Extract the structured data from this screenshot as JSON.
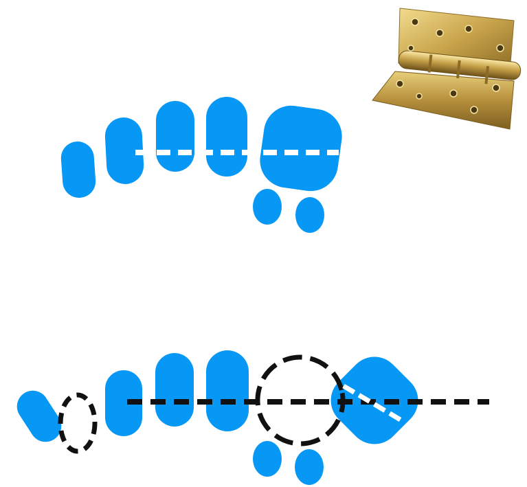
{
  "colors": {
    "background": "#ffffff",
    "shape_fill": "#0797f5",
    "dash_white": "#ffffff",
    "dash_black": "#111111",
    "hinge_brass": "#c7a24a"
  },
  "figure": {
    "top_group": {
      "description_icon": "blue-shape-set",
      "has_dashed_axis": true
    },
    "bottom_group": {
      "description_icon": "blue-shape-set-with-outlines",
      "has_dashed_axis": true
    },
    "illustration": {
      "icon": "door-hinge-photo"
    }
  }
}
